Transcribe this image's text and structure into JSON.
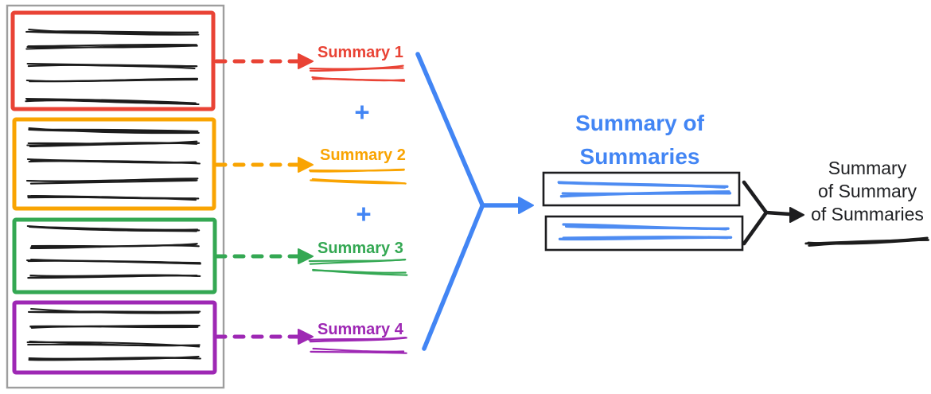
{
  "palette": {
    "red": "#e94335",
    "orange": "#f9a402",
    "green": "#34a853",
    "purple": "#9e28b4",
    "blue": "#4285f4",
    "blue_scribble": "#4e8cf2",
    "ink": "#1c1c1c",
    "box_border": "#1d1d1f",
    "outer_border": "#9e9e9e",
    "final_text": "#202124"
  },
  "source_document": {
    "chunks": [
      {
        "color_name": "red",
        "text_line_count": 5
      },
      {
        "color_name": "orange",
        "text_line_count": 5
      },
      {
        "color_name": "green",
        "text_line_count": 4
      },
      {
        "color_name": "purple",
        "text_line_count": 4
      }
    ]
  },
  "summaries": [
    {
      "label": "Summary 1",
      "color_name": "red"
    },
    {
      "label": "Summary 2",
      "color_name": "orange"
    },
    {
      "label": "Summary 3",
      "color_name": "green"
    },
    {
      "label": "Summary 4",
      "color_name": "purple"
    }
  ],
  "plus_signs": [
    "+",
    "+"
  ],
  "summary_of_summaries": {
    "title": "Summary of Summaries",
    "box_count": 2,
    "scribble_lines_per_box": 2
  },
  "final_summary": {
    "lines": [
      "Summary",
      "of Summary",
      "of Summaries"
    ]
  }
}
